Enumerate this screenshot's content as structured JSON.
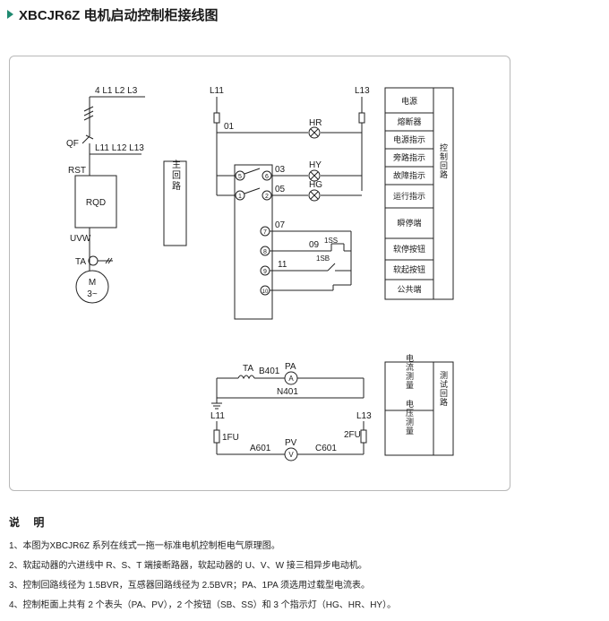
{
  "title": "XBCJR6Z 电机启动控制柜接线图",
  "main_circuit": {
    "bus_label": "4 L1 L2 L3",
    "qf_label": "QF",
    "qf_out_label": "L11 L12 L13",
    "rst_label": "RST",
    "rqd_label": "RQD",
    "uvw_label": "UVW",
    "ta_label": "TA",
    "motor_label_1": "M",
    "motor_label_2": "3~",
    "section_label": "主回路"
  },
  "control_circuit": {
    "l11": "L11",
    "l13": "L13",
    "wire_01": "01",
    "wire_03": "03",
    "wire_05": "05",
    "wire_07": "07",
    "wire_09": "09",
    "wire_11": "11",
    "lamp_hr": "HR",
    "lamp_hy": "HY",
    "lamp_hg": "HG",
    "switch_1ss": "1SS",
    "switch_1sb": "1SB",
    "terminals": [
      "5",
      "6",
      "1",
      "2",
      "7",
      "8",
      "9",
      "10"
    ],
    "legend_items": [
      "电源",
      "熔断器",
      "电源指示",
      "旁路指示",
      "故障指示",
      "运行指示",
      "瞬停端",
      "软停按钮",
      "软起按钮",
      "公共端"
    ],
    "section_label": "控制回路"
  },
  "test_circuit": {
    "ta": "TA",
    "b401": "B401",
    "pa": "PA",
    "ammeter_symbol": "A",
    "n401": "N401",
    "l11": "L11",
    "l13": "L13",
    "fu1": "1FU",
    "fu2": "2FU",
    "a601": "A601",
    "pv": "PV",
    "voltmeter_symbol": "V",
    "c601": "C601",
    "legend_items": [
      "电流测量",
      "电压测量"
    ],
    "section_label": "测试回路"
  },
  "notes": {
    "heading": "说 明",
    "items": [
      "1、本图为XBCJR6Z 系列在线式一拖一标准电机控制柜电气原理图。",
      "2、软起动器的六进线中 R、S、T 端接断路器，软起动器的 U、V、W 接三相异步电动机。",
      "3、控制回路线径为 1.5BVR，互感器回路线径为 2.5BVR；PA、1PA 须选用过载型电流表。",
      "4、控制柜面上共有 2 个表头（PA、PV），2 个按钮（SB、SS）和 3 个指示灯（HG、HR、HY）。"
    ]
  }
}
